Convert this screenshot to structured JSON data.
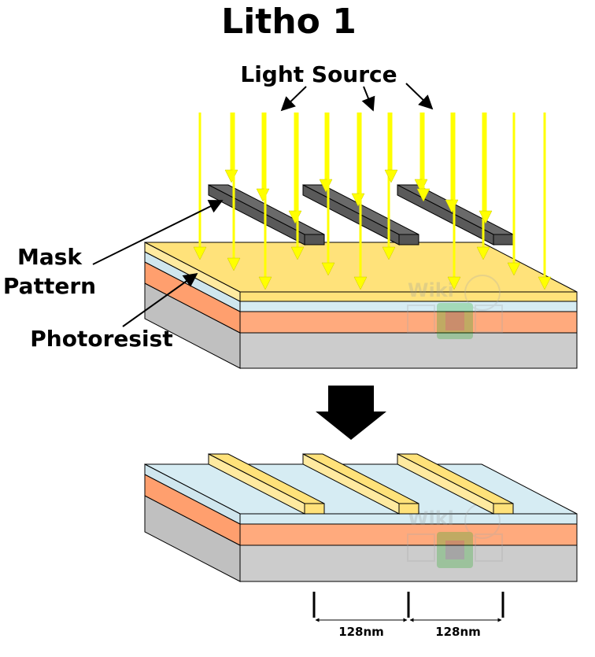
{
  "title": "Litho 1",
  "labels": {
    "light_source": "Light Source",
    "mask_line1": "Mask",
    "mask_line2": "Pattern",
    "photoresist": "Photoresist"
  },
  "dimensions": {
    "pitch_1": "128nm",
    "pitch_2": "128nm"
  },
  "watermark": "Wiki",
  "colors": {
    "light": "#ffff00",
    "mask": "#666666",
    "photoresist": "#ffe27a",
    "oxide": "#d6ecf3",
    "layer": "#ffaa7d",
    "substrate": "#cccccc"
  }
}
